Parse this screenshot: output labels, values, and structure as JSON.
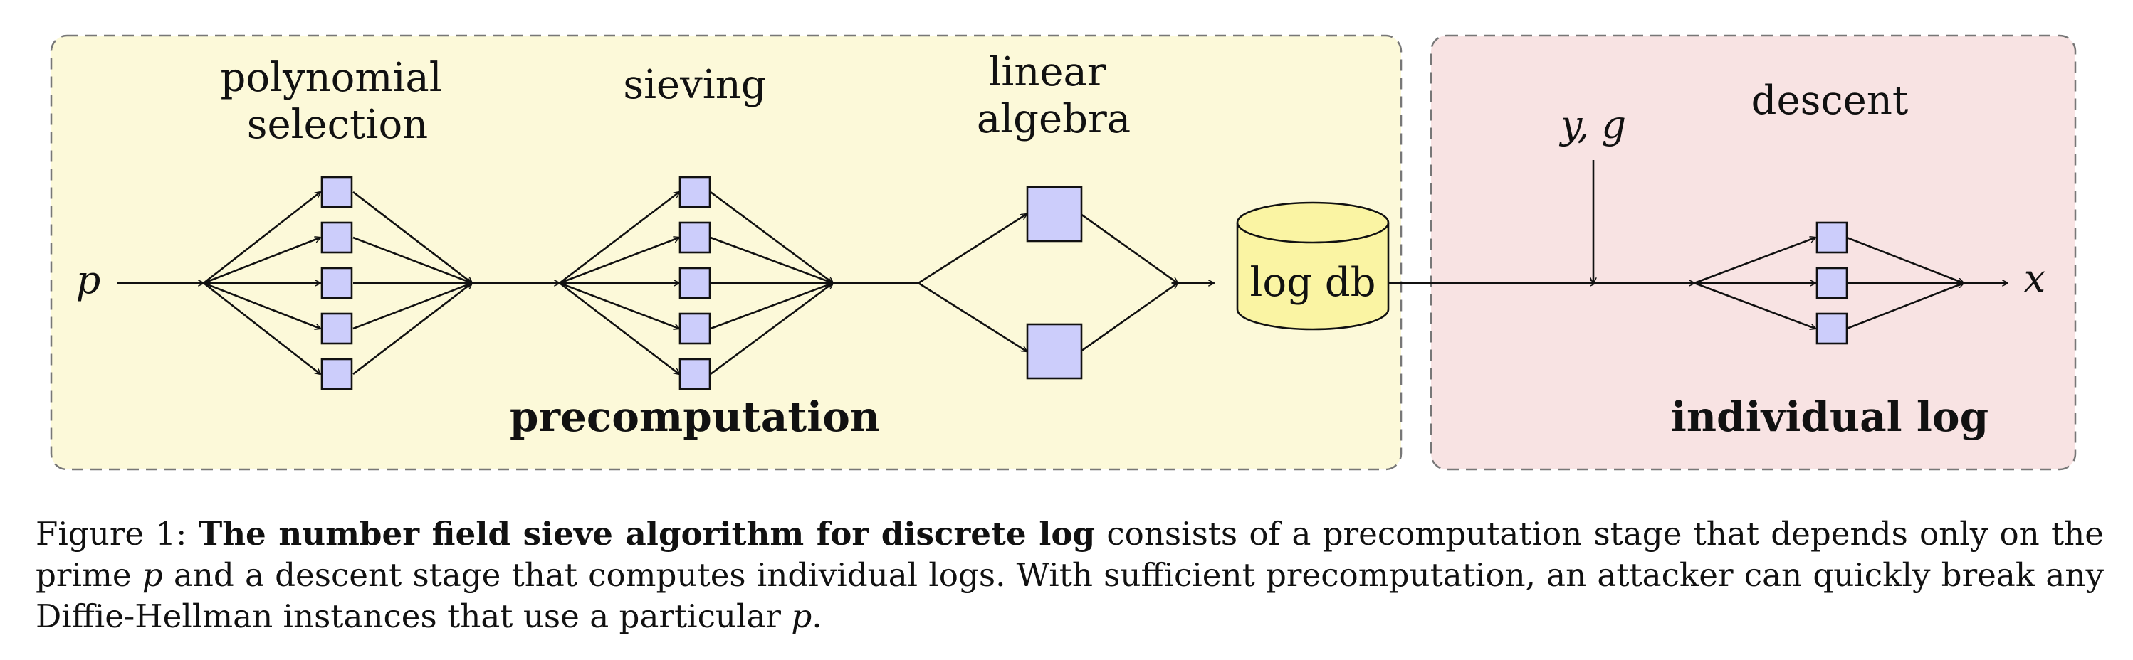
{
  "colors": {
    "precomputation_region": "#fcf9d9",
    "individual_log_region": "#f8e3e3",
    "process_box": "#cccdfb",
    "database": "#faf4a3",
    "region_border": "#777777",
    "edge": "#111111"
  },
  "stages": {
    "polynomial_selection": [
      "polynomial",
      "selection"
    ],
    "sieving": "sieving",
    "linear_algebra": [
      "linear",
      "algebra"
    ],
    "descent": "descent"
  },
  "symbols": {
    "input": "p",
    "inputs": "y, g",
    "output": "x"
  },
  "database": "log db",
  "regions": {
    "precomputation": "precomputation",
    "individual_log": "individual log"
  },
  "caption": {
    "figure_label": "Figure 1:",
    "title": "The number field sieve algorithm for discrete log",
    "part1": " consists of a precomputation stage that depends only on the prime ",
    "var1": "p",
    "part2": " and a descent stage that computes individual logs. With sufficient precomputation, an attacker can quickly break any Diffie-Hellman instances that use a particular ",
    "var2": "p",
    "end": "."
  }
}
